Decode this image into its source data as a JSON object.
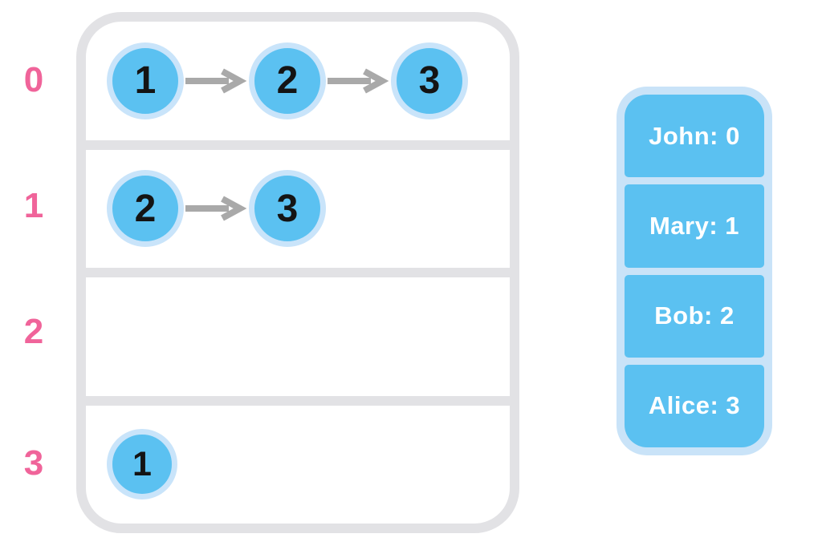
{
  "buckets": [
    {
      "index": "0",
      "chain": [
        "1",
        "2",
        "3"
      ]
    },
    {
      "index": "1",
      "chain": [
        "2",
        "3"
      ]
    },
    {
      "index": "2",
      "chain": []
    },
    {
      "index": "3",
      "chain": [
        "1"
      ]
    }
  ],
  "legend": {
    "entries": [
      "John: 0",
      "Mary: 1",
      "Bob: 2",
      "Alice: 3"
    ]
  },
  "colors": {
    "node_fill": "#5bc1f1",
    "node_ring": "#c9e4fa",
    "table_border": "#e2e2e5",
    "arrow": "#a9a9a9",
    "index_label": "#f0649a",
    "legend_bg": "#c9e3f8",
    "legend_cell": "#5bc1f1",
    "legend_text": "#ffffff"
  }
}
